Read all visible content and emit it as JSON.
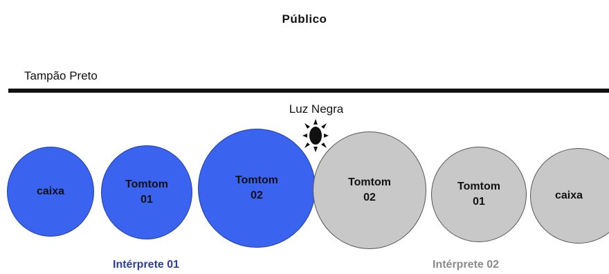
{
  "title": "Público",
  "curtain": {
    "label": "Tampão Preto"
  },
  "light": {
    "label": "Luz Negra",
    "icon": "sun-icon"
  },
  "drums": [
    {
      "label": "caixa",
      "color": "#3a63f0"
    },
    {
      "label": "Tomtom\n01",
      "color": "#3a63f0"
    },
    {
      "label": "Tomtom\n02",
      "color": "#3a63f0"
    },
    {
      "label": "Tomtom\n02",
      "color": "#c8c8c8"
    },
    {
      "label": "Tomtom\n01",
      "color": "#c8c8c8"
    },
    {
      "label": "caixa",
      "color": "#c8c8c8"
    }
  ],
  "performers": [
    {
      "label": "Intérprete 01",
      "color": "#2c3e9e"
    },
    {
      "label": "Intérprete 02",
      "color": "#8a8a8a"
    }
  ]
}
